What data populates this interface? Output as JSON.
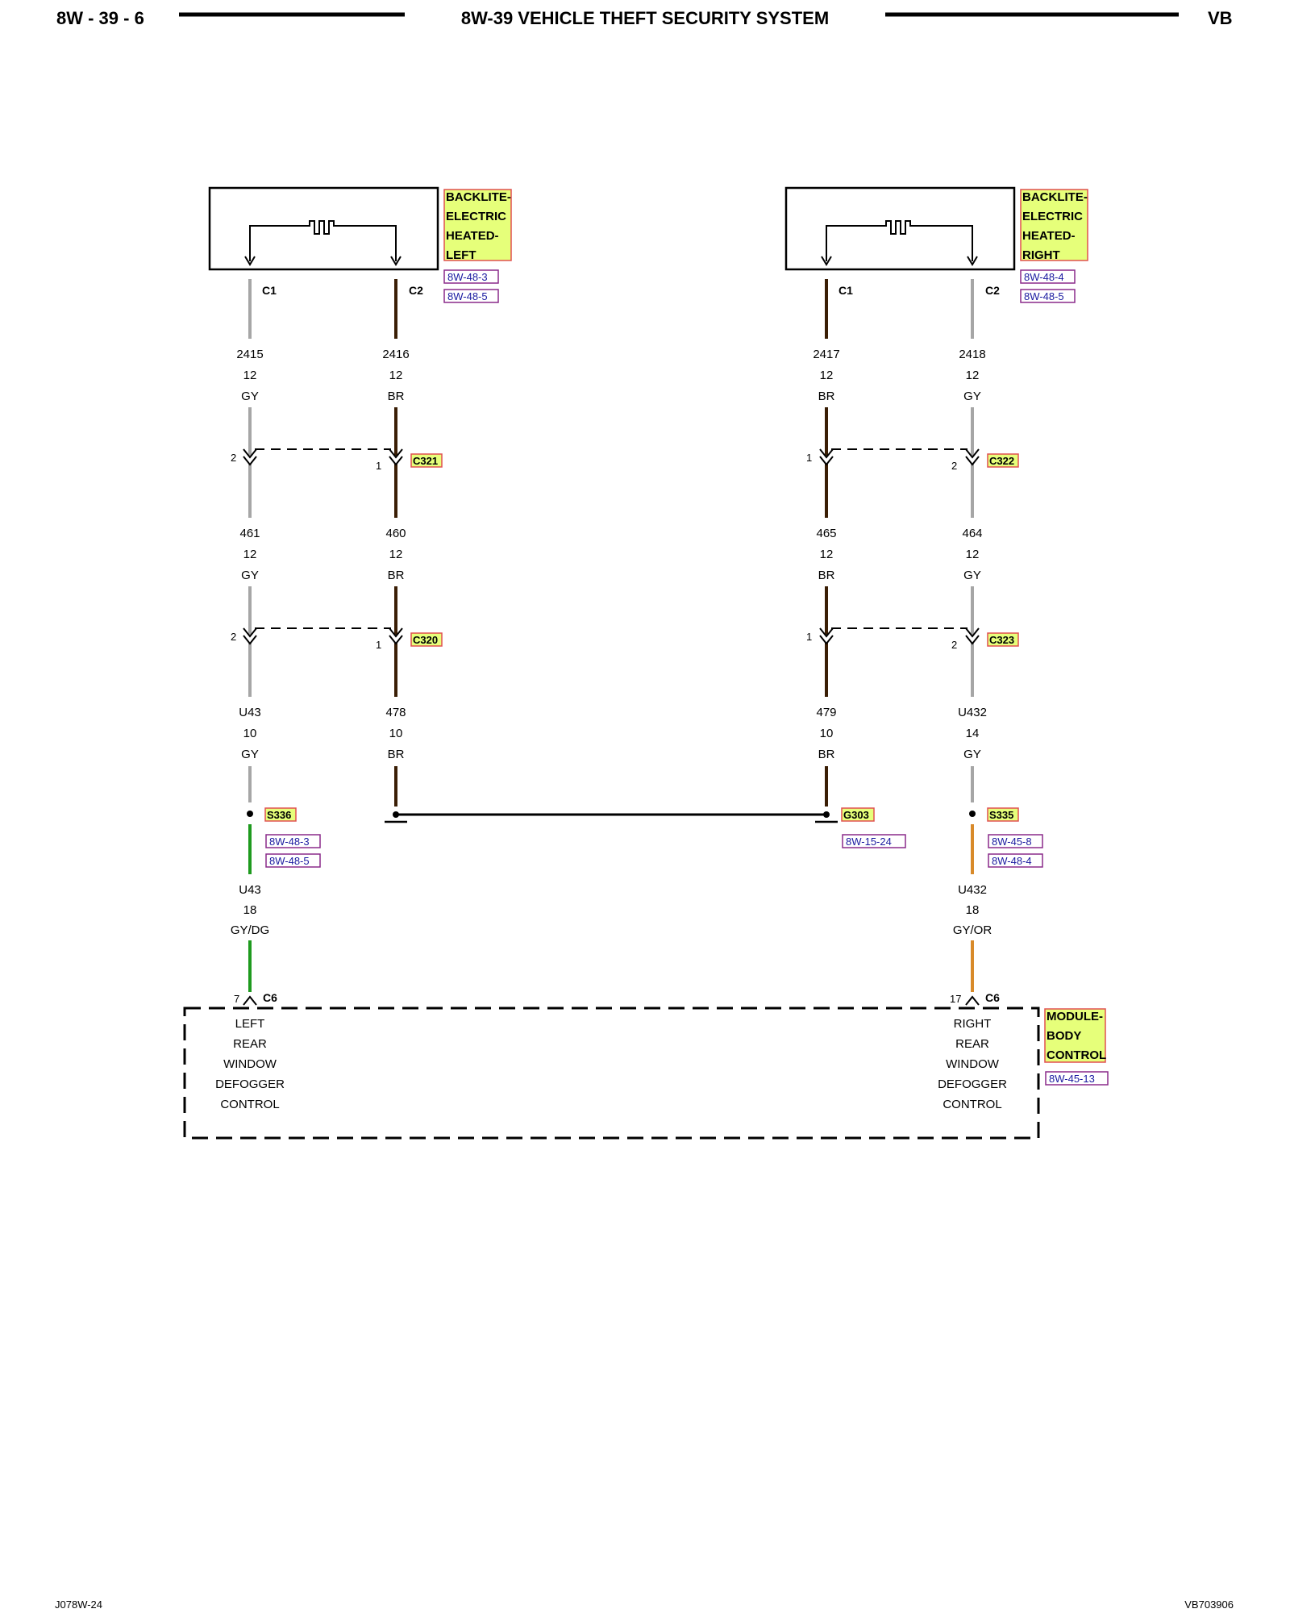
{
  "header": {
    "page_number": "8W - 39 - 6",
    "title": "8W-39 VEHICLE THEFT SECURITY SYSTEM",
    "code": "VB"
  },
  "footer": {
    "left": "J078W-24",
    "right": "VB703906"
  },
  "colors": {
    "GY": "#a6a6a6",
    "BR": "#3a1e05",
    "DG": "#1e9a1e",
    "OR": "#d88a2a",
    "highlight_fill": "#e6ff7a",
    "highlight_border": "#e05050",
    "ref_border": "#8a2a8a"
  },
  "components": {
    "backlite_left": {
      "lines": [
        "BACKLITE-",
        "ELECTRIC",
        "HEATED-",
        "LEFT"
      ],
      "refs": [
        "8W-48-3",
        "8W-48-5"
      ],
      "pin_c1": "C1",
      "pin_c2": "C2"
    },
    "backlite_right": {
      "lines": [
        "BACKLITE-",
        "ELECTRIC",
        "HEATED-",
        "RIGHT"
      ],
      "refs": [
        "8W-48-4",
        "8W-48-5"
      ],
      "pin_c1": "C1",
      "pin_c2": "C2"
    },
    "body_control": {
      "lines": [
        "MODULE-",
        "BODY",
        "CONTROL"
      ],
      "ref": "8W-45-13",
      "left_function": [
        "LEFT",
        "REAR",
        "WINDOW",
        "DEFOGGER",
        "CONTROL"
      ],
      "right_function": [
        "RIGHT",
        "REAR",
        "WINDOW",
        "DEFOGGER",
        "CONTROL"
      ],
      "left_pin": "7",
      "right_pin": "17",
      "connector": "C6"
    }
  },
  "wires": {
    "w2415": {
      "circuit": "2415",
      "gauge": "12",
      "color": "GY"
    },
    "w2416": {
      "circuit": "2416",
      "gauge": "12",
      "color": "BR"
    },
    "w2417": {
      "circuit": "2417",
      "gauge": "12",
      "color": "BR"
    },
    "w2418": {
      "circuit": "2418",
      "gauge": "12",
      "color": "GY"
    },
    "w461": {
      "circuit": "461",
      "gauge": "12",
      "color": "GY"
    },
    "w460": {
      "circuit": "460",
      "gauge": "12",
      "color": "BR"
    },
    "w465": {
      "circuit": "465",
      "gauge": "12",
      "color": "BR"
    },
    "w464": {
      "circuit": "464",
      "gauge": "12",
      "color": "GY"
    },
    "wU43a": {
      "circuit": "U43",
      "gauge": "10",
      "color": "GY"
    },
    "w478": {
      "circuit": "478",
      "gauge": "10",
      "color": "BR"
    },
    "w479": {
      "circuit": "479",
      "gauge": "10",
      "color": "BR"
    },
    "wU432a": {
      "circuit": "U432",
      "gauge": "14",
      "color": "GY"
    },
    "wU43b": {
      "circuit": "U43",
      "gauge": "18",
      "color": "GY/DG"
    },
    "wU432b": {
      "circuit": "U432",
      "gauge": "18",
      "color": "GY/OR"
    }
  },
  "connectors": {
    "c321": {
      "name": "C321",
      "pin_left": "2",
      "pin_right": "1"
    },
    "c322": {
      "name": "C322",
      "pin_left": "1",
      "pin_right": "2"
    },
    "c320": {
      "name": "C320",
      "pin_left": "2",
      "pin_right": "1"
    },
    "c323": {
      "name": "C323",
      "pin_left": "1",
      "pin_right": "2"
    }
  },
  "splices": {
    "s336": {
      "name": "S336",
      "refs": [
        "8W-48-3",
        "8W-48-5"
      ]
    },
    "s335": {
      "name": "S335",
      "refs": [
        "8W-45-8",
        "8W-48-4"
      ]
    }
  },
  "grounds": {
    "g303": {
      "name": "G303",
      "ref": "8W-15-24"
    }
  }
}
